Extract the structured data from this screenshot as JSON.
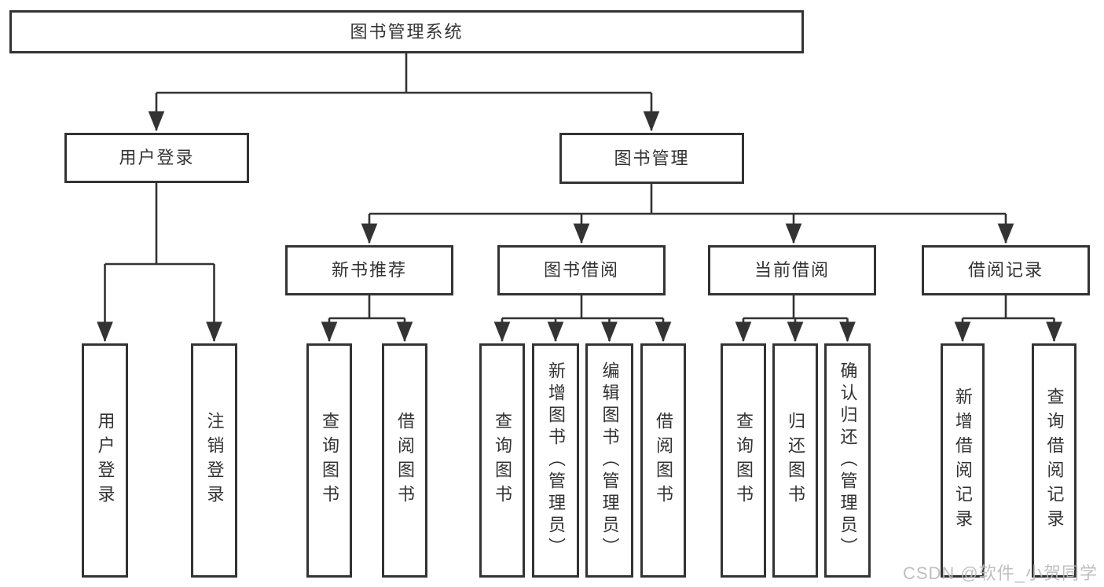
{
  "diagram": {
    "title": "图书管理系统",
    "type": "hierarchy-tree",
    "colors": {
      "line": "#333333",
      "box_border": "#333333",
      "text": "#333333",
      "background": "#ffffff",
      "watermark": "#b9b9b9"
    },
    "watermark": "CSDN @软件_小贺同学",
    "tree": {
      "label": "图书管理系统",
      "children": [
        {
          "label": "用户登录",
          "children": [
            {
              "label": "用户登录"
            },
            {
              "label": "注销登录"
            }
          ]
        },
        {
          "label": "图书管理",
          "children": [
            {
              "label": "新书推荐",
              "children": [
                {
                  "label": "查询图书"
                },
                {
                  "label": "借阅图书"
                }
              ]
            },
            {
              "label": "图书借阅",
              "children": [
                {
                  "label": "查询图书"
                },
                {
                  "label": "新增图书（管理员）"
                },
                {
                  "label": "编辑图书（管理员）"
                },
                {
                  "label": "借阅图书"
                }
              ]
            },
            {
              "label": "当前借阅",
              "children": [
                {
                  "label": "查询图书"
                },
                {
                  "label": "归还图书"
                },
                {
                  "label": "确认归还（管理员）"
                }
              ]
            },
            {
              "label": "借阅记录",
              "children": [
                {
                  "label": "新增借阅记录"
                },
                {
                  "label": "查询借阅记录"
                }
              ]
            }
          ]
        }
      ]
    }
  }
}
